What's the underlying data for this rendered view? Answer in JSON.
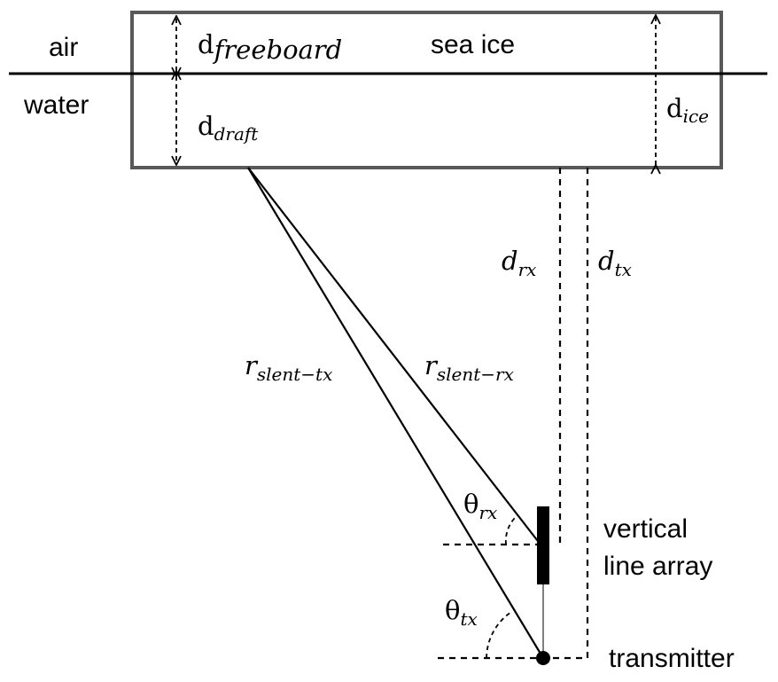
{
  "regions": {
    "air": "air",
    "water": "water",
    "sea_ice": "sea ice"
  },
  "labels": {
    "d_freeboard": {
      "base": "d",
      "sub": "freeboard"
    },
    "d_draft": {
      "base": "d",
      "sub": "draft"
    },
    "d_ice": {
      "base": "d",
      "sub": "ice"
    },
    "d_rx": {
      "base": "d",
      "sub": "rx"
    },
    "d_tx": {
      "base": "d",
      "sub": "tx"
    },
    "r_slent_tx": {
      "base": "r",
      "sub": "slent−tx"
    },
    "r_slent_rx": {
      "base": "r",
      "sub": "slent−rx"
    },
    "theta_rx": {
      "base": "θ",
      "sub": "rx"
    },
    "theta_tx": {
      "base": "θ",
      "sub": "tx"
    }
  },
  "devices": {
    "vla_line1": "vertical",
    "vla_line2": "line array",
    "transmitter": "transmitter"
  },
  "colors": {
    "ice_border": "#595959",
    "lines": "#000000"
  }
}
